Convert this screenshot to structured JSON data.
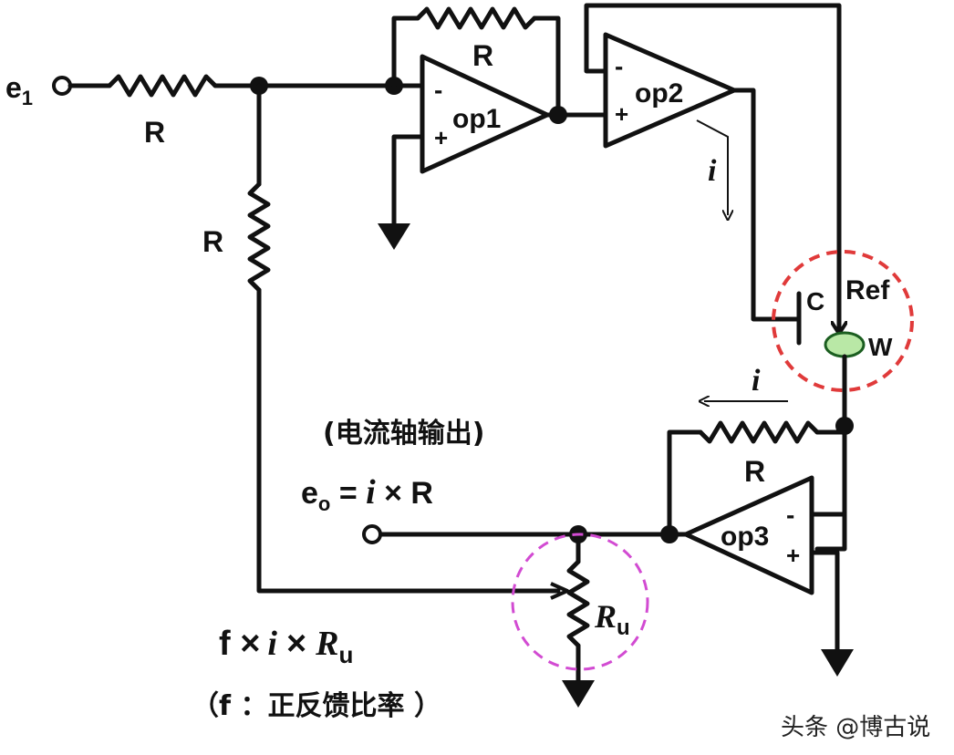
{
  "labels": {
    "e1_base": "e",
    "e1_sub": "1",
    "r_input": "R",
    "r_feedback1": "R",
    "r_vertical": "R",
    "r_feedback3": "R",
    "op1": "op1",
    "op2": "op2",
    "op3": "op3",
    "minus": "-",
    "plus": "+",
    "current_i": "i",
    "cap_c": "C",
    "ref": "Ref",
    "w": "W",
    "output_title": "(电流轴输出)",
    "eo_base": "e",
    "eo_sub": "o",
    "eo_eq": " = ",
    "eo_i": "i",
    "eo_rest": " × R",
    "ru_base": "R",
    "ru_sub": "u",
    "fb_f": "f ×",
    "fb_i": "i",
    "fb_times": "×",
    "fb_r": "R",
    "fb_sub": "u",
    "ratio_note": "（f ：正反馈比率 ）",
    "watermark": "头条 @博古说"
  },
  "colors": {
    "wire": "#111111",
    "highlight_red": "#e03a3a",
    "highlight_magenta": "#d24bd2",
    "electrode_fill": "#b9e8a6",
    "electrode_stroke": "#1b5e20"
  }
}
